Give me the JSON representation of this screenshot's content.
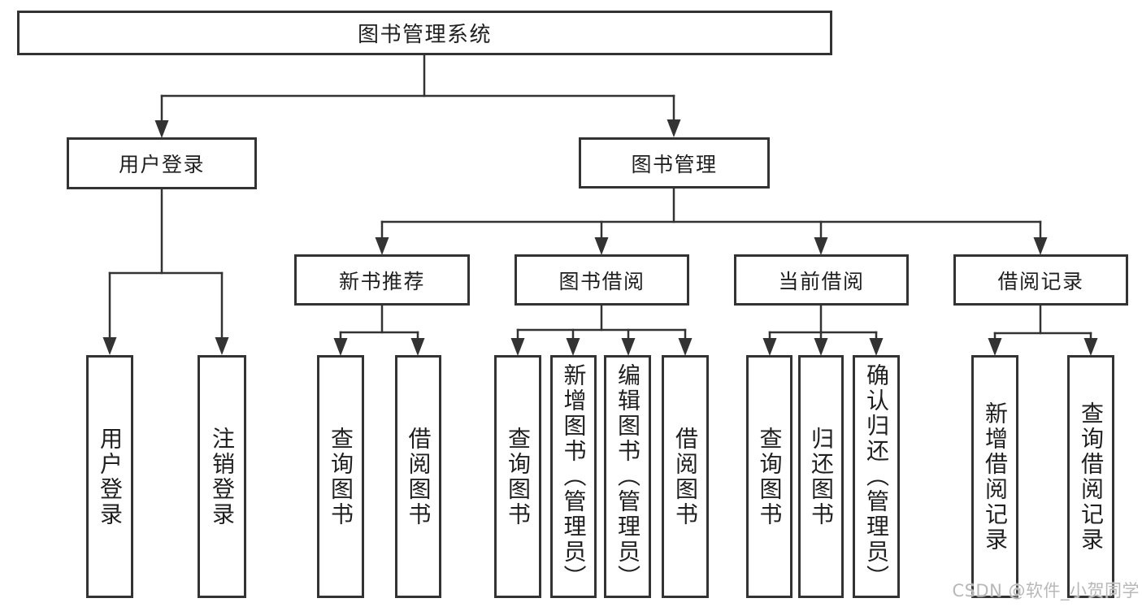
{
  "root": {
    "label": "图书管理系统"
  },
  "branches": {
    "user_login": {
      "label": "用户登录",
      "children": [
        {
          "label": "用户登录"
        },
        {
          "label": "注销登录"
        }
      ]
    },
    "book_mgmt": {
      "label": "图书管理",
      "children": [
        {
          "label": "新书推荐",
          "children": [
            {
              "label": "查询图书"
            },
            {
              "label": "借阅图书"
            }
          ]
        },
        {
          "label": "图书借阅",
          "children": [
            {
              "label": "查询图书"
            },
            {
              "label": "新增图书（管理员）"
            },
            {
              "label": "编辑图书（管理员）"
            },
            {
              "label": "借阅图书"
            }
          ]
        },
        {
          "label": "当前借阅",
          "children": [
            {
              "label": "查询图书"
            },
            {
              "label": "归还图书"
            },
            {
              "label": "确认归还（管理员）"
            }
          ]
        },
        {
          "label": "借阅记录",
          "children": [
            {
              "label": "新增借阅记录"
            },
            {
              "label": "查询借阅记录"
            }
          ]
        }
      ]
    }
  },
  "watermark": {
    "text": "CSDN @软件_小贺同学",
    "color": "#b8b8b8"
  },
  "colors": {
    "line": "#333333",
    "text": "#1f1f1f",
    "background": "#ffffff"
  }
}
